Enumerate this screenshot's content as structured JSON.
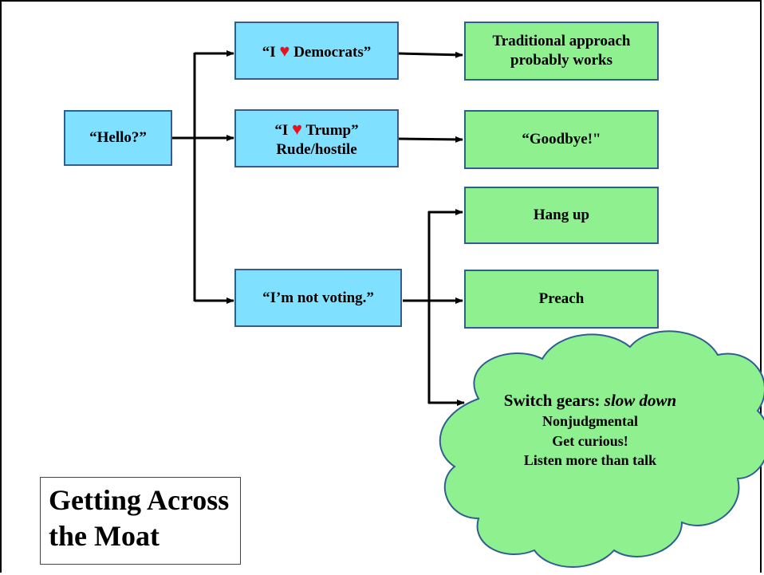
{
  "diagram": {
    "start": "“Hello?”",
    "responses": [
      {
        "before": "“I ",
        "heart": "♥",
        "after": " Democrats”"
      },
      {
        "before": "“I ",
        "heart": "♥",
        "after": " Trump”",
        "second_line": "Rude/hostile"
      },
      {
        "text": "“I’m not voting.”"
      }
    ],
    "outcomes": {
      "democrats": [
        "Traditional approach",
        "probably works"
      ],
      "trump": "“Goodbye!\"",
      "hang_up": "Hang up",
      "preach": "Preach"
    },
    "cloud": {
      "lead": "Switch gears: ",
      "lead_emphasis": "slow down",
      "lines": [
        "Nonjudgmental",
        "Get curious!",
        "Listen more than talk"
      ]
    }
  },
  "title": {
    "lines": [
      "Getting Across",
      "the Moat"
    ]
  },
  "colors": {
    "response_box": "#7fe0ff",
    "outcome_box": "#8ef08e",
    "cloud": "#8ef08e",
    "heart": "#e8121c",
    "box_border": "#2f5f8f"
  }
}
